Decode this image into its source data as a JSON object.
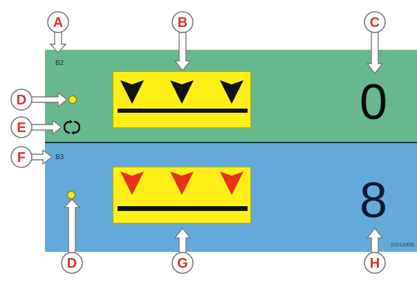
{
  "callouts": {
    "a": "A",
    "b": "B",
    "c": "C",
    "d_top": "D",
    "e": "E",
    "f": "F",
    "d_bottom": "D",
    "g": "G",
    "h": "H"
  },
  "top_bank": {
    "label": "B2",
    "count": "0",
    "arrow_color": "#111111",
    "arrow_count": 3
  },
  "bottom_bank": {
    "label": "B3",
    "count": "8",
    "arrow_color": "#e8321c",
    "arrow_count": 3
  },
  "colors": {
    "top_panel": "#67b88f",
    "bottom_panel": "#64aad9",
    "box": "#ffef16",
    "indicator": "#f2e81a",
    "callout_fill": "#d93228"
  },
  "icons": {
    "indicator": "indicator-dot-icon",
    "cycle": "cycle-icon",
    "arrow": "down-arrow-icon"
  },
  "figure_ref": "(CD11009)"
}
